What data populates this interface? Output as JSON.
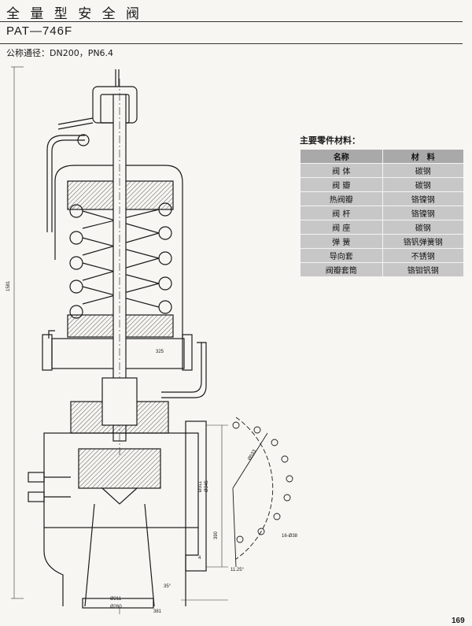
{
  "header": {
    "title": "全 量 型 安 全 阀",
    "model": "PAT—746F",
    "spec": "公称通径：DN200，PN6.4"
  },
  "parts": {
    "caption": "主要零件材料：",
    "columns": [
      "名称",
      "材　料"
    ],
    "rows": [
      [
        "阀 体",
        "碳钢"
      ],
      [
        "阀 瓣",
        "碳钢"
      ],
      [
        "热阀瓣",
        "铬镍钢"
      ],
      [
        "阀 杆",
        "铬镍钢"
      ],
      [
        "阀 座",
        "碳钢"
      ],
      [
        "弹 簧",
        "铬钒弹簧钢"
      ],
      [
        "导向套",
        "不锈钢"
      ],
      [
        "阀瓣套筒",
        "铬钼钒钢"
      ]
    ]
  },
  "dimensions": {
    "overall_height": "1581",
    "d325": "325",
    "d381": "381",
    "d311": "Ø311",
    "d345": "Ø345",
    "d330": "390",
    "d4": "4",
    "d211": "Ø211",
    "d260": "Ø260",
    "bolt_circle": "Ø533",
    "holes": "16-Ø38",
    "angle": "11.25°",
    "bevel": "35°"
  },
  "page_number": "169"
}
